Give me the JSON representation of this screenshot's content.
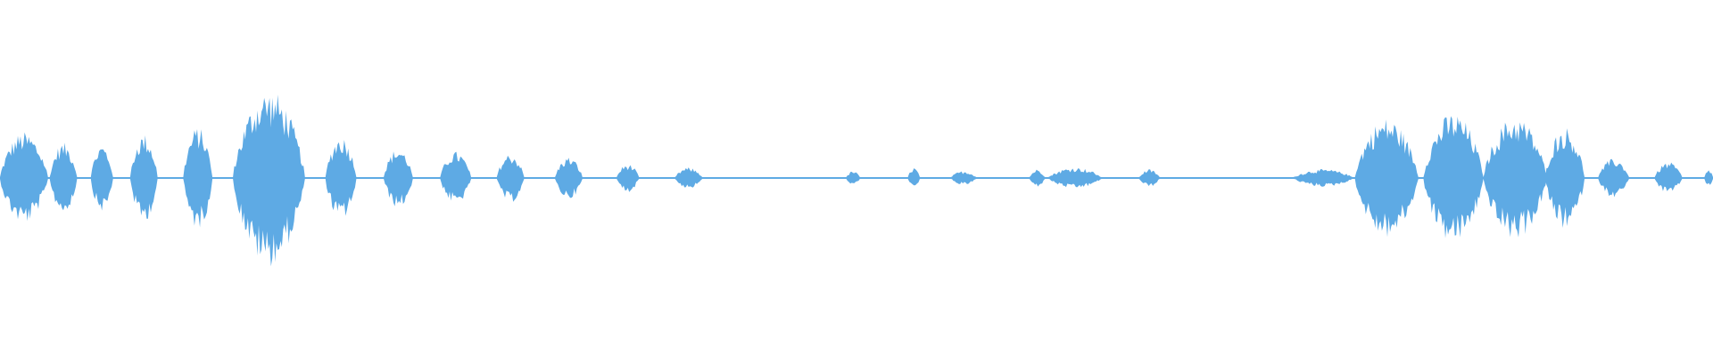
{
  "waveform": {
    "color": "#5eaae4",
    "background": "#ffffff",
    "segments": [
      {
        "start": 0.0,
        "end": 0.028,
        "peak": 0.52
      },
      {
        "start": 0.029,
        "end": 0.045,
        "peak": 0.4
      },
      {
        "start": 0.053,
        "end": 0.066,
        "peak": 0.38
      },
      {
        "start": 0.076,
        "end": 0.092,
        "peak": 0.5
      },
      {
        "start": 0.107,
        "end": 0.124,
        "peak": 0.58
      },
      {
        "start": 0.136,
        "end": 0.178,
        "peak": 1.0
      },
      {
        "start": 0.19,
        "end": 0.208,
        "peak": 0.48
      },
      {
        "start": 0.224,
        "end": 0.241,
        "peak": 0.34
      },
      {
        "start": 0.257,
        "end": 0.275,
        "peak": 0.3
      },
      {
        "start": 0.29,
        "end": 0.306,
        "peak": 0.28
      },
      {
        "start": 0.324,
        "end": 0.34,
        "peak": 0.24
      },
      {
        "start": 0.36,
        "end": 0.373,
        "peak": 0.16
      },
      {
        "start": 0.394,
        "end": 0.41,
        "peak": 0.12
      },
      {
        "start": 0.494,
        "end": 0.502,
        "peak": 0.08
      },
      {
        "start": 0.53,
        "end": 0.537,
        "peak": 0.12
      },
      {
        "start": 0.555,
        "end": 0.57,
        "peak": 0.08
      },
      {
        "start": 0.601,
        "end": 0.61,
        "peak": 0.1
      },
      {
        "start": 0.612,
        "end": 0.643,
        "peak": 0.12
      },
      {
        "start": 0.665,
        "end": 0.677,
        "peak": 0.1
      },
      {
        "start": 0.755,
        "end": 0.79,
        "peak": 0.1
      },
      {
        "start": 0.791,
        "end": 0.828,
        "peak": 0.68
      },
      {
        "start": 0.831,
        "end": 0.866,
        "peak": 0.74
      },
      {
        "start": 0.866,
        "end": 0.903,
        "peak": 0.7
      },
      {
        "start": 0.902,
        "end": 0.925,
        "peak": 0.58
      },
      {
        "start": 0.933,
        "end": 0.951,
        "peak": 0.22
      },
      {
        "start": 0.966,
        "end": 0.982,
        "peak": 0.18
      },
      {
        "start": 0.995,
        "end": 1.0,
        "peak": 0.1
      }
    ]
  }
}
